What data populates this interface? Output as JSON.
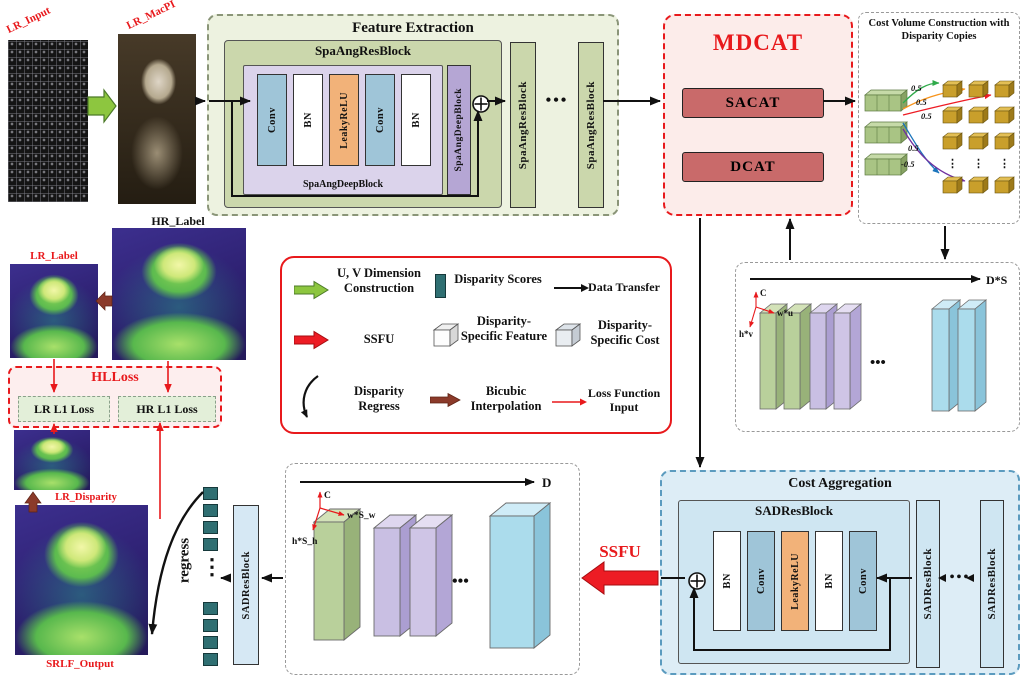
{
  "labels": {
    "lr_input": "LR_Input",
    "lr_macpi": "LR_MacPI",
    "hr_label": "HR_Label",
    "lr_label": "LR_Label",
    "lr_disparity": "LR_Disparity",
    "srlf_output": "SRLF_Output",
    "regress": "regress"
  },
  "misc": {
    "dots": "•••",
    "vdots": "⋮"
  },
  "feature_extraction": {
    "title": "Feature Extraction",
    "res_block_title": "SpaAngResBlock",
    "deep_block_caption": "SpaAngDeepBlock",
    "deep_block_bar": "SpaAngDeepBlock",
    "layers": [
      "Conv",
      "BN",
      "LeakyReLU",
      "Conv",
      "BN"
    ],
    "res_bar_a": "SpaAngResBlock",
    "res_bar_b": "SpaAngResBlock"
  },
  "mdcat": {
    "title": "MDCAT",
    "sacat": "SACAT",
    "dcat": "DCAT"
  },
  "cost_volume": {
    "title_line1": "Cost Volume Construction with",
    "title_line2": "Disparity Copies",
    "disparities": [
      "0.5",
      "0.5",
      "0.5",
      "0.5",
      "-0.5"
    ]
  },
  "volumes": {
    "ds": {
      "dim": "D*S",
      "c": "C",
      "w": "w*u",
      "h": "h*v"
    },
    "d": {
      "dim": "D",
      "c": "C",
      "w": "w*S_w",
      "h": "h*S_h"
    }
  },
  "cost_aggregation": {
    "title": "Cost Aggregation",
    "block_title": "SADResBlock",
    "layers": [
      "BN",
      "Conv",
      "LeakyReLU",
      "BN",
      "Conv"
    ],
    "res_bar_a": "SADResBlock",
    "res_bar_b": "SADResBlock",
    "out_bar": "SADResBlock"
  },
  "ssfu": {
    "label": "SSFU"
  },
  "hlloss": {
    "title": "HLLoss",
    "lr_box": "LR L1 Loss",
    "hr_box": "HR L1 Loss"
  },
  "legend": {
    "items": [
      {
        "icon": "green-block-arrow",
        "label": "U, V Dimension Construction"
      },
      {
        "icon": "disparity-score-bar",
        "label": "Disparity Scores"
      },
      {
        "icon": "black-arrow",
        "label": "Data Transfer"
      },
      {
        "icon": "red-block-arrow",
        "label": "SSFU"
      },
      {
        "icon": "white-cube",
        "label": "Disparity-Specific Feature"
      },
      {
        "icon": "shaded-cube",
        "label": "Disparity-Specific Cost"
      },
      {
        "icon": "curved-arrow",
        "label": "Disparity Regress"
      },
      {
        "icon": "dark-red-arrow",
        "label": "Bicubic Interpolation"
      },
      {
        "icon": "red-thin-arrow",
        "label": "Loss Function Input"
      }
    ]
  },
  "colors": {
    "accent_red": "#e8191c",
    "uv_arrow_green": "#8dc63f",
    "bicubic_dark_red": "#8b3a2a",
    "disparity_score_teal": "#2f6f72"
  }
}
